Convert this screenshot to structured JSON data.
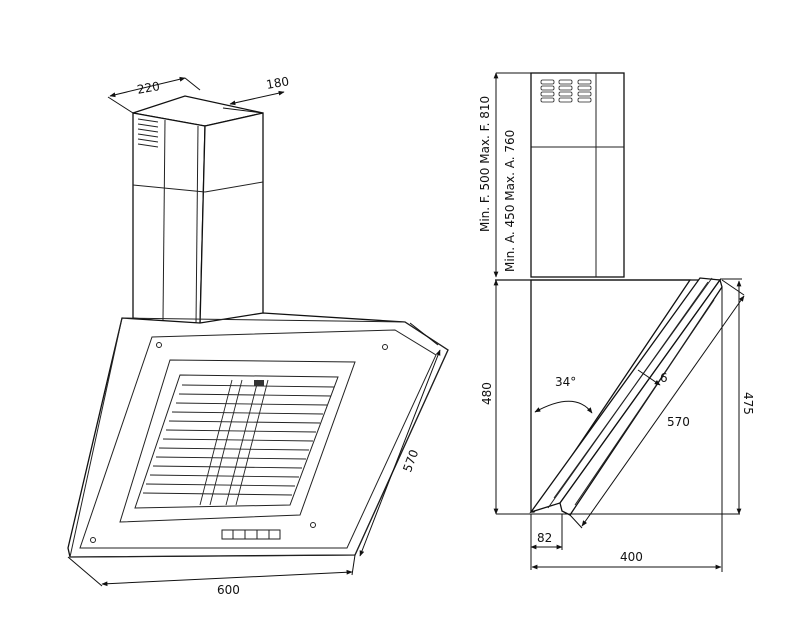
{
  "perspective_view": {
    "dim_chimney_width": "220",
    "dim_chimney_depth": "180",
    "dim_hood_width": "600",
    "dim_hood_length": "570"
  },
  "side_view": {
    "chimney_label_flue": "Min. F. 500 Max. F. 810",
    "chimney_label_air": "Min. A. 450 Max. A. 760",
    "dim_body_height": "480",
    "dim_total_height": "475",
    "dim_angle": "34°",
    "dim_glass_thickness": "6",
    "dim_panel_length": "570",
    "dim_front_offset": "82",
    "dim_depth": "400"
  }
}
